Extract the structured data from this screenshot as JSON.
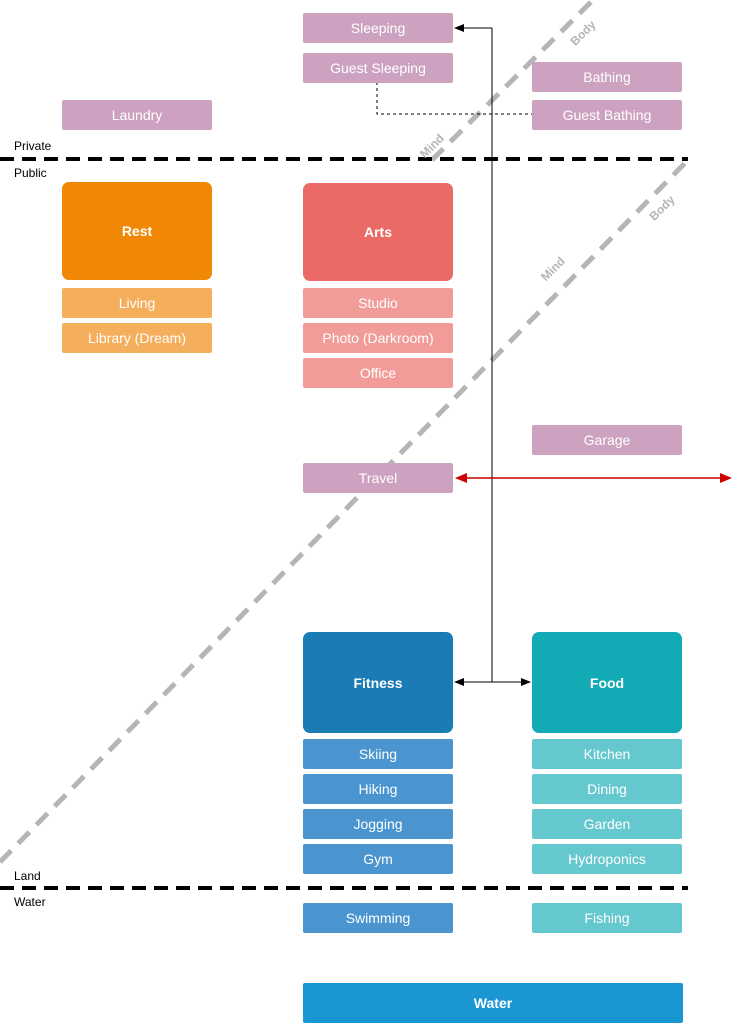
{
  "zones": {
    "private": "Private",
    "public": "Public",
    "land": "Land",
    "water": "Water"
  },
  "axis_labels": {
    "mind_top": "Mind",
    "body_top": "Body",
    "mind_mid": "Mind",
    "body_mid": "Body"
  },
  "rooms": {
    "sleeping": "Sleeping",
    "guest_sleeping": "Guest Sleeping",
    "bathing": "Bathing",
    "guest_bathing": "Guest Bathing",
    "laundry": "Laundry",
    "garage": "Garage",
    "travel": "Travel"
  },
  "rest": {
    "title": "Rest",
    "items": [
      "Living",
      "Library (Dream)"
    ]
  },
  "arts": {
    "title": "Arts",
    "items": [
      "Studio",
      "Photo (Darkroom)",
      "Office"
    ]
  },
  "fitness": {
    "title": "Fitness",
    "items": [
      "Skiing",
      "Hiking",
      "Jogging",
      "Gym"
    ]
  },
  "food": {
    "title": "Food",
    "items": [
      "Kitchen",
      "Dining",
      "Garden",
      "Hydroponics"
    ]
  },
  "water_items": {
    "swimming": "Swimming",
    "fishing": "Fishing",
    "water": "Water"
  },
  "colors": {
    "private_room": "#cda2c0",
    "rest_head": "#f08705",
    "rest_item": "#f5ae5b",
    "arts_head": "#ea6b66",
    "arts_item": "#f19c99",
    "fitness_head": "#1b7bb5",
    "fitness_item": "#4a95cf",
    "food_head": "#12aab5",
    "food_item": "#64c8ce",
    "water": "#1a97d3",
    "arrow_red": "#cc0000",
    "divider_dash": "#b5b5b5"
  }
}
